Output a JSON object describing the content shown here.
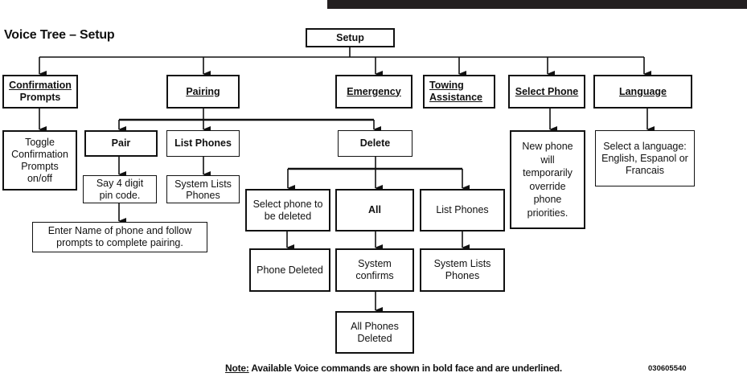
{
  "title": "Voice Tree – Setup",
  "root": {
    "label": "Setup"
  },
  "level1": [
    {
      "id": "confirmation-prompts",
      "lines": [
        "Confirmation",
        "Prompts"
      ],
      "underlined_lines": [
        0
      ]
    },
    {
      "id": "pairing",
      "lines": [
        "Pairing"
      ],
      "underlined_lines": [
        0
      ]
    },
    {
      "id": "emergency",
      "lines": [
        "Emergency"
      ],
      "underlined_lines": [
        0
      ]
    },
    {
      "id": "towing-assistance",
      "lines": [
        "Towing",
        "Assistance"
      ],
      "underlined_lines": [
        0,
        1
      ]
    },
    {
      "id": "select-phone",
      "lines": [
        "Select Phone"
      ],
      "underlined_lines": [
        0
      ]
    },
    {
      "id": "language",
      "lines": [
        "Language"
      ],
      "underlined_lines": [
        0
      ]
    }
  ],
  "confirmation_result": "Toggle Confirmation Prompts on/off",
  "pairing_children": {
    "pair": "Pair",
    "pair_step1": "Say 4 digit pin code.",
    "pair_step2": "Enter Name of phone and follow prompts to complete pairing.",
    "list_phones": "List Phones",
    "list_phones_result": "System Lists Phones",
    "delete": "Delete"
  },
  "delete_children": {
    "select_phone": "Select phone to be deleted",
    "select_phone_result": "Phone Deleted",
    "all": "All",
    "all_result": "System confirms",
    "all_result2": "All Phones Deleted",
    "list_phones": "List Phones",
    "list_phones_result": "System Lists Phones"
  },
  "select_phone_result": "New phone will temporarily override phone priorities.",
  "language_result": "Select a language: English, Espanol or Francais",
  "footer": {
    "note_label": "Note:",
    "note_text": " Available Voice commands are shown in bold face and are underlined.",
    "figure_code": "030605540"
  }
}
